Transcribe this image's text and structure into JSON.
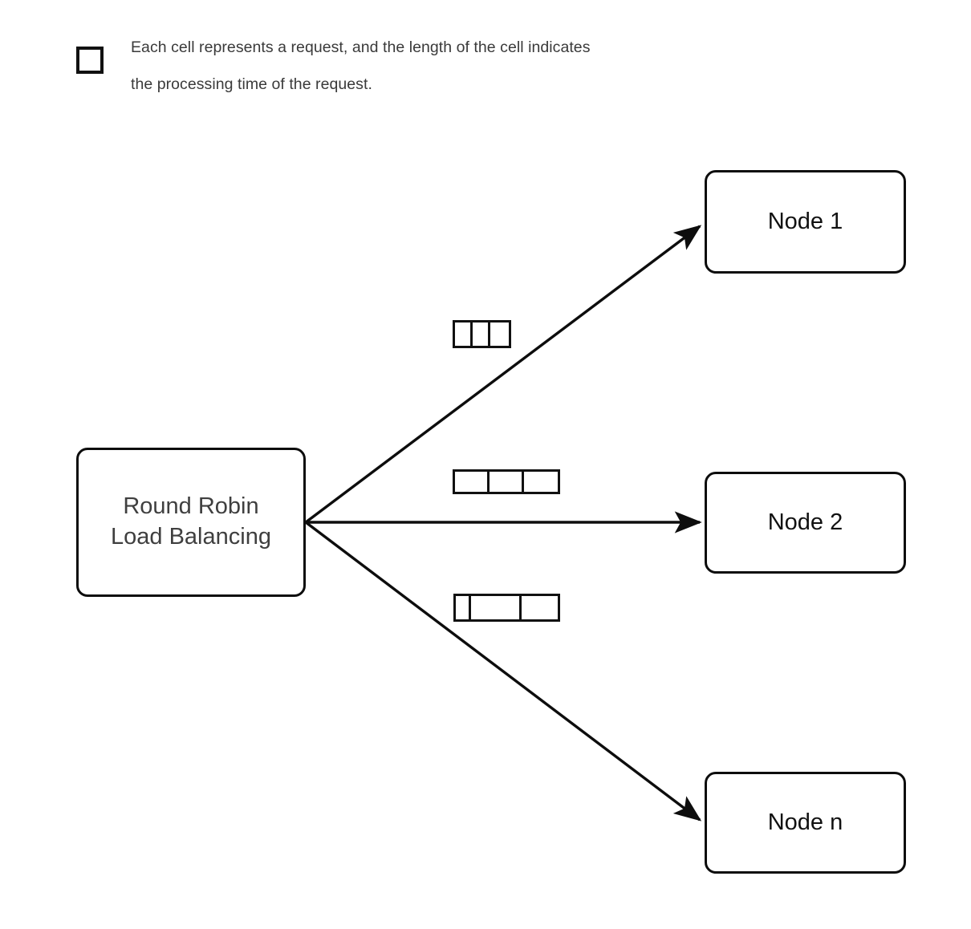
{
  "legend": {
    "swatch_icon": "empty-square-cell-icon",
    "note": "Each cell represents a request, and the length of the cell indicates\nthe processing time of the request."
  },
  "diagram": {
    "title": "Round Robin Load Balancing request distribution",
    "balancer": {
      "label": "Round Robin\nLoad Balancing",
      "text_color": "#3f3f3f",
      "border_color": "#0d0d0d"
    },
    "nodes": [
      {
        "id": "node-1",
        "label": "Node 1",
        "text_color": "#111111"
      },
      {
        "id": "node-2",
        "label": "Node 2",
        "text_color": "#111111"
      },
      {
        "id": "node-n",
        "label": "Node n",
        "text_color": "#111111"
      }
    ],
    "connections": [
      {
        "from": "balancer",
        "to": "node-1",
        "style": "solid-arrow"
      },
      {
        "from": "balancer",
        "to": "node-2",
        "style": "solid-arrow"
      },
      {
        "from": "balancer",
        "to": "node-n",
        "style": "solid-arrow"
      }
    ],
    "request_queues": [
      {
        "for_node": "node-1",
        "cell_count": 3,
        "cell_widths": [
          22,
          22,
          23
        ],
        "total_width": 67,
        "height": 35
      },
      {
        "for_node": "node-2",
        "cell_count": 3,
        "cell_widths": [
          43,
          43,
          42
        ],
        "total_width": 128,
        "height": 31
      },
      {
        "for_node": "node-n",
        "cell_count": 3,
        "cell_widths": [
          19,
          63,
          45
        ],
        "total_width": 127,
        "height": 35
      }
    ]
  },
  "colors": {
    "background": "#ffffff",
    "stroke": "#111111",
    "muted_text": "#3a3a3a"
  }
}
